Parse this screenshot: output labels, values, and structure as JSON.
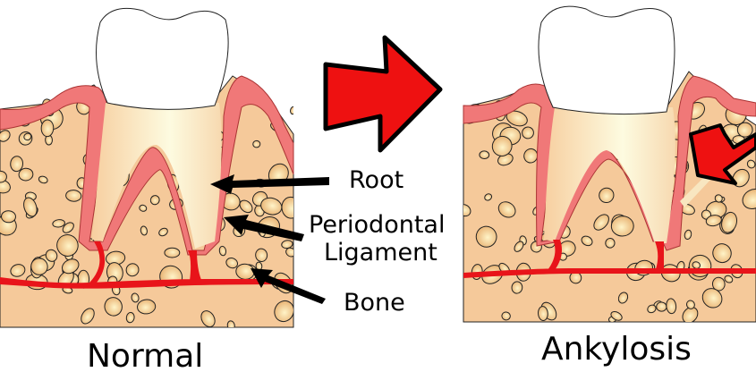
{
  "labels": {
    "root": "Root",
    "periodontal": "Periodontal",
    "ligament": "Ligament",
    "bone": "Bone"
  },
  "captions": {
    "normal": "Normal",
    "ankylosis": "Ankylosis"
  },
  "colors": {
    "gum": "#f07878",
    "bone": "#f5c99a",
    "vessel": "#e8141a",
    "arrow": "#ee1111"
  }
}
